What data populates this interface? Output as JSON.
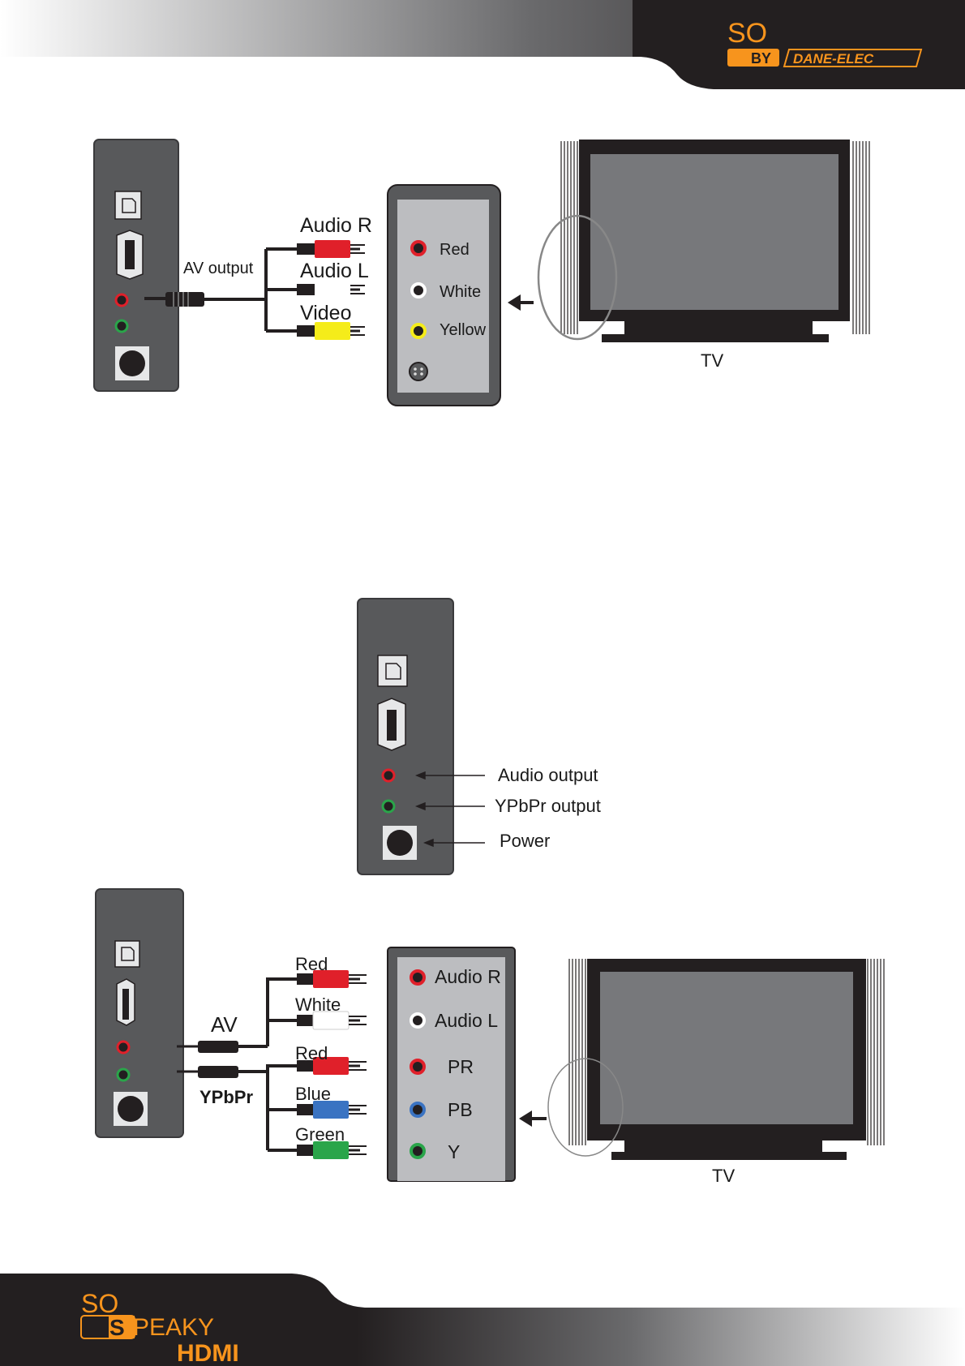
{
  "brand": {
    "top_so": "SO",
    "top_by": "BY",
    "top_maker": "DANE-ELEC",
    "bottom_so": "SO",
    "bottom_s": "S",
    "bottom_peaky": "PEAKY",
    "bottom_hdmi": "HDMI"
  },
  "diagram1": {
    "av_output": "AV output",
    "cable_labels": [
      "Audio R",
      "Audio L",
      "Video"
    ],
    "panel_jacks": [
      "Red",
      "White",
      "Yellow"
    ],
    "tv_label": "TV"
  },
  "diagram2": {
    "callouts": [
      "Audio output",
      "YPbPr output",
      "Power"
    ]
  },
  "diagram3": {
    "av_label": "AV",
    "ypbpr_label": "YPbPr",
    "cable_labels": [
      "Red",
      "White",
      "Red",
      "Blue",
      "Green"
    ],
    "panel_jacks": [
      "Audio R",
      "Audio L",
      "PR",
      "PB",
      "Y"
    ],
    "tv_label": "TV"
  },
  "colors": {
    "brand_orange": "#f7941d",
    "device_gray": "#58595b",
    "screen_gray": "#77787b",
    "panel_gray": "#bcbdc0",
    "red": "#e0202a",
    "yellow": "#f5ec1a",
    "blue": "#3a73c2",
    "green": "#2aa54a"
  }
}
